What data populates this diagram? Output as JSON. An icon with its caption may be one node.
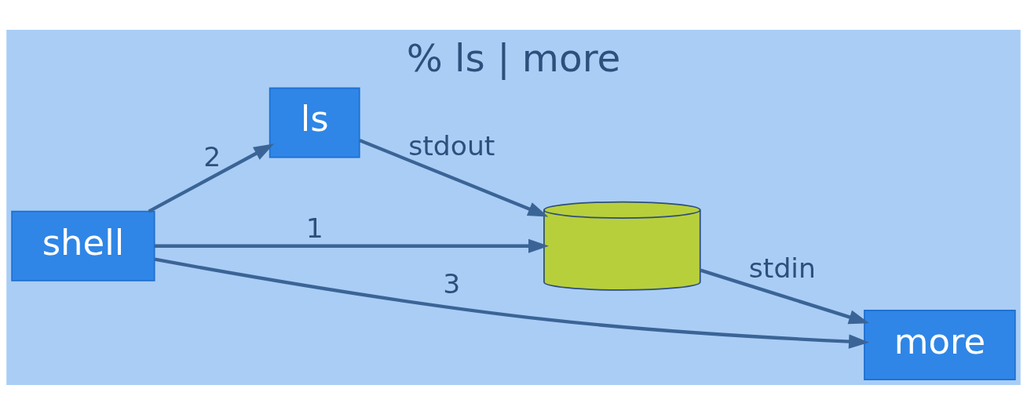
{
  "diagram": {
    "title": "% ls | more",
    "nodes": [
      {
        "text": [
          "shell"
        ]
      },
      {
        "text": [
          "ls"
        ]
      },
      {
        "text": [],
        "shape": "cylinder"
      },
      {
        "text": [
          "more"
        ]
      }
    ],
    "edges": [
      {
        "from": 0,
        "to": 2,
        "arrow": "to",
        "label": "1"
      },
      {
        "from": 0,
        "to": 1,
        "arrow": "to",
        "label": "2"
      },
      {
        "from": 0,
        "to": 3,
        "arrow": "to",
        "label": "3"
      },
      {
        "from": 1,
        "to": 2,
        "arrow": "to",
        "label": "stdout"
      },
      {
        "from": 2,
        "to": 3,
        "arrow": "to",
        "label": "stdin"
      }
    ]
  }
}
